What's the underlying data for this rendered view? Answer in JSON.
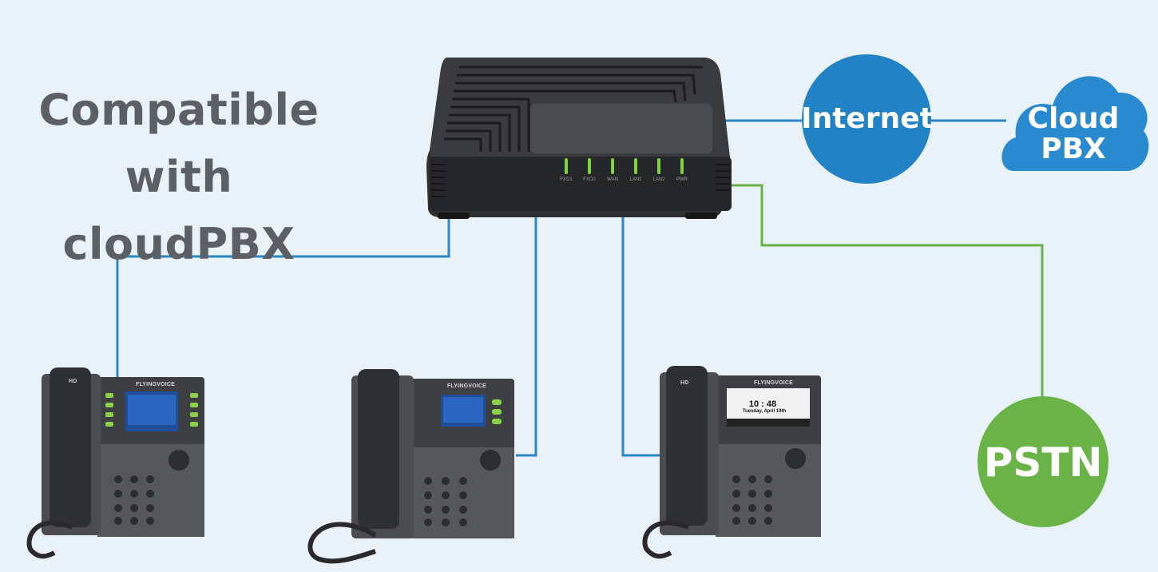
{
  "headline": {
    "line1": "Compatible",
    "line2": "with cloudPBX"
  },
  "nodes": {
    "internet": "Internet",
    "cloud_line1": "Cloud",
    "cloud_line2": "PBX",
    "pstn": "PSTN"
  },
  "gateway": {
    "ports": [
      "FXO1",
      "FXO2",
      "WAN",
      "LAN1",
      "LAN2",
      "PWR"
    ]
  },
  "phones": {
    "brand": "FLYINGVOICE",
    "hd_mark": "HD",
    "phone3_time": "10 : 48",
    "phone3_date": "Tuesday, April 19th"
  },
  "colors": {
    "background": "#e9f1f9",
    "blue_link": "#2a88c8",
    "green_link": "#6ab04c",
    "internet_fill": "#2182c6",
    "cloud_fill": "#2a8ad0",
    "pstn_fill": "#6ab347",
    "headline_text": "#5c5f63"
  },
  "icons": [
    "voip-gateway-icon",
    "ip-phone-icon",
    "cloud-icon",
    "led-icon"
  ]
}
